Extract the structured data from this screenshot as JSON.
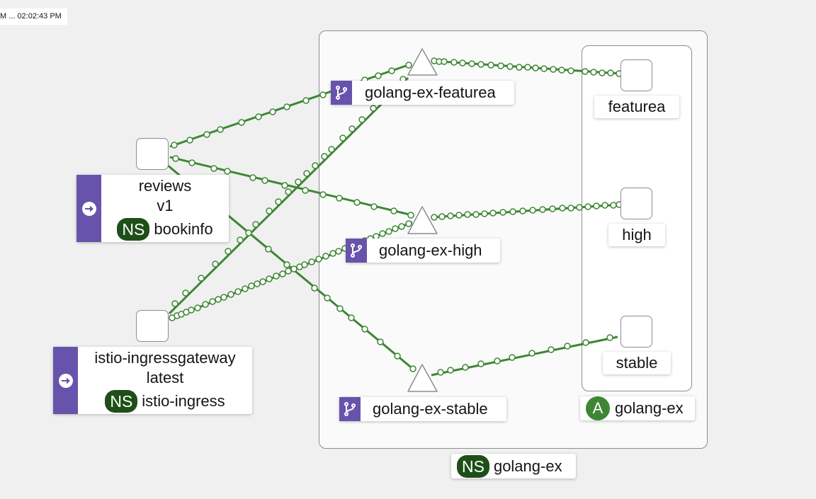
{
  "timestamp": "M ... 02:02:43 PM",
  "namespace_group": {
    "badge": "NS",
    "name": "golang-ex"
  },
  "app_group": {
    "badge": "A",
    "name": "golang-ex"
  },
  "services": [
    {
      "name": "golang-ex-featurea"
    },
    {
      "name": "golang-ex-high"
    },
    {
      "name": "golang-ex-stable"
    }
  ],
  "versions": [
    {
      "name": "featurea"
    },
    {
      "name": "high"
    },
    {
      "name": "stable"
    }
  ],
  "workloads": [
    {
      "line1": "reviews",
      "line2": "v1",
      "ns_badge": "NS",
      "namespace": "bookinfo"
    },
    {
      "line1": "istio-ingressgateway",
      "line2": "latest",
      "ns_badge": "NS",
      "namespace": "istio-ingress"
    }
  ],
  "colors": {
    "edge": "#3e8635",
    "workload_stripe": "#6753ac",
    "ns_badge": "#1e4f18",
    "app_badge": "#3e8635"
  },
  "icons": {
    "workload": "arrow-circle-right-icon",
    "service": "code-branch-icon"
  }
}
